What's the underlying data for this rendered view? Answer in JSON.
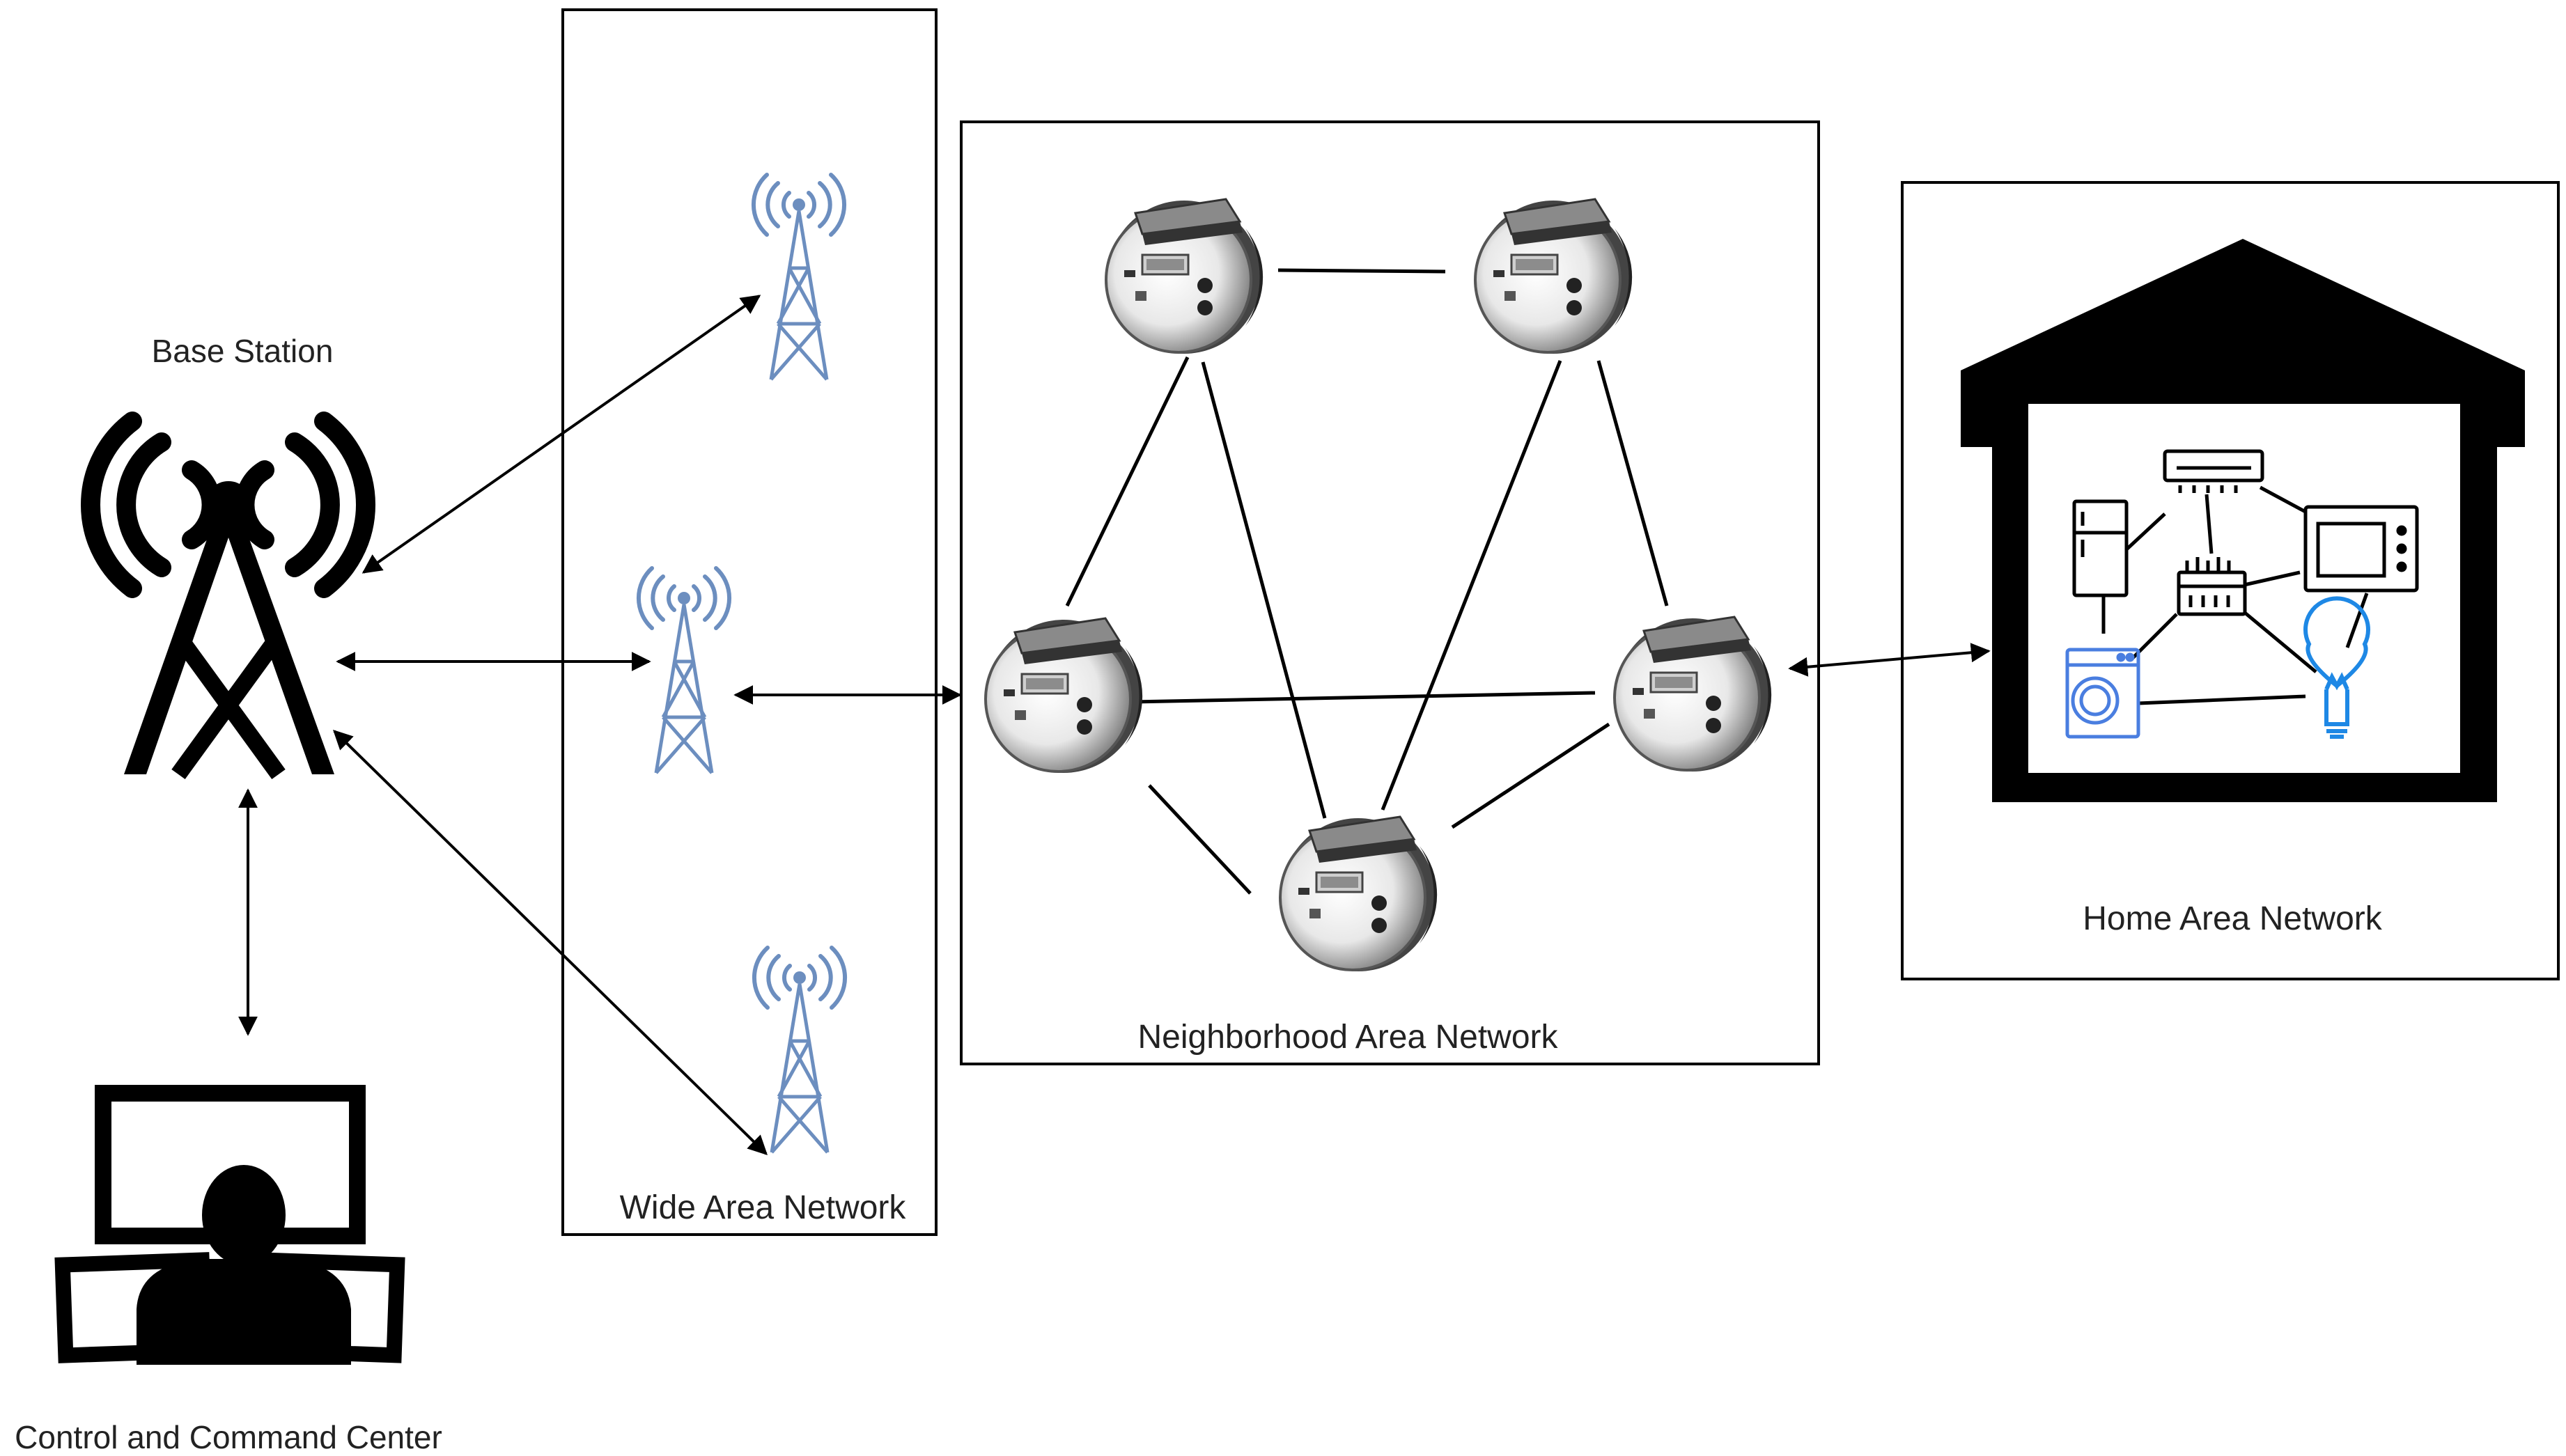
{
  "labels": {
    "base_station": "Base Station",
    "control_center": "Control and Command Center",
    "wan": "Wide Area Network",
    "nan": "Neighborhood Area Network",
    "han": "Home Area Network"
  },
  "colors": {
    "line": "#000000",
    "tower_blue": "#6c8ebf",
    "appliance_blue": "#4a7ee0",
    "bulb_blue": "#1e88e5"
  },
  "icons": {
    "base_station": "radio-tower-icon",
    "control_center": "operator-monitors-icon",
    "wan_towers": "cell-tower-icon",
    "nan_nodes": "smart-meter-icon",
    "han_house": "house-icon",
    "appliances": [
      "air-conditioner-icon",
      "refrigerator-icon",
      "microwave-icon",
      "smart-panel-icon",
      "washing-machine-icon",
      "light-bulb-icon"
    ]
  }
}
